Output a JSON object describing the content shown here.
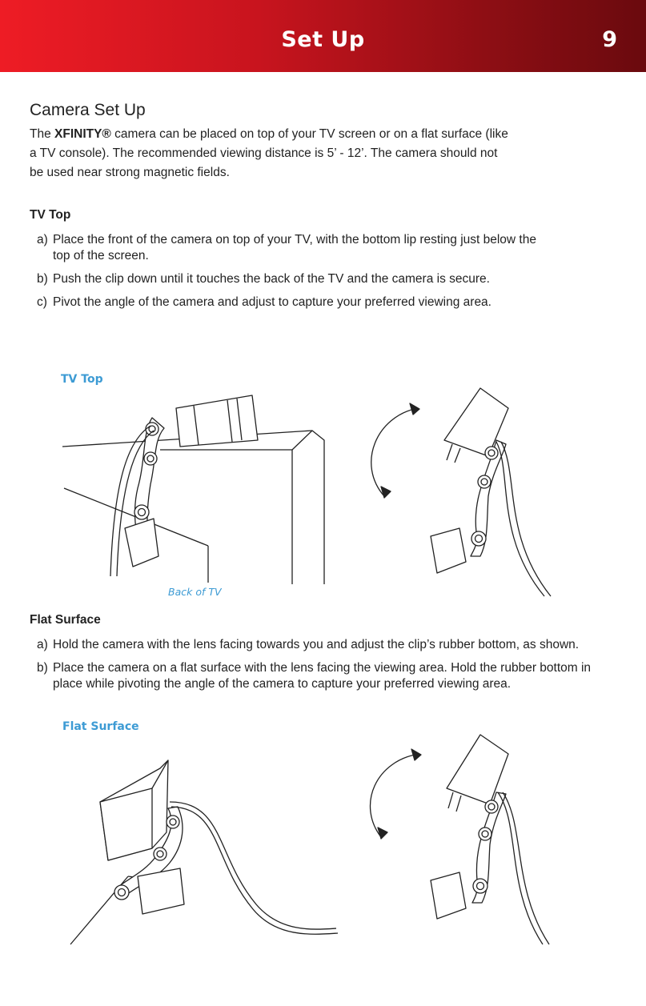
{
  "header": {
    "title": "Set Up",
    "page_number": "9",
    "gradient_start": "#ee1c25",
    "gradient_end": "#6a0a0e"
  },
  "section": {
    "title": "Camera Set Up",
    "intro_brand": "XFINITY®",
    "intro_pre": "The ",
    "intro_rest": " camera can be placed on top of your TV screen or on a flat surface (like a TV console). The recommended viewing distance is 5’ - 12’. The camera should not be used near strong magnetic fields."
  },
  "tv_top": {
    "heading": "TV Top",
    "steps": [
      {
        "letter": "a)",
        "text": "Place the front of the camera on top of your TV, with the bottom lip resting just below the top of the screen."
      },
      {
        "letter": "b)",
        "text": "Push the clip down until it touches the back of the TV and the camera is secure."
      },
      {
        "letter": "c)",
        "text": "Pivot the angle of the camera and adjust to capture your preferred viewing area."
      }
    ],
    "figure_label": "TV Top",
    "callout": "Back of TV"
  },
  "flat_surface": {
    "heading": "Flat Surface",
    "steps": [
      {
        "letter": "a)",
        "text": "Hold the camera with the lens facing towards you and adjust the clip’s rubber bottom, as shown."
      },
      {
        "letter": "b)",
        "text": "Place the camera on a flat surface with the lens facing the viewing area. Hold the rubber bottom in place while pivoting the angle of the camera to capture your preferred viewing area."
      }
    ],
    "figure_label": "Flat Surface"
  },
  "colors": {
    "label_blue": "#3d9bd4",
    "text": "#222222"
  }
}
